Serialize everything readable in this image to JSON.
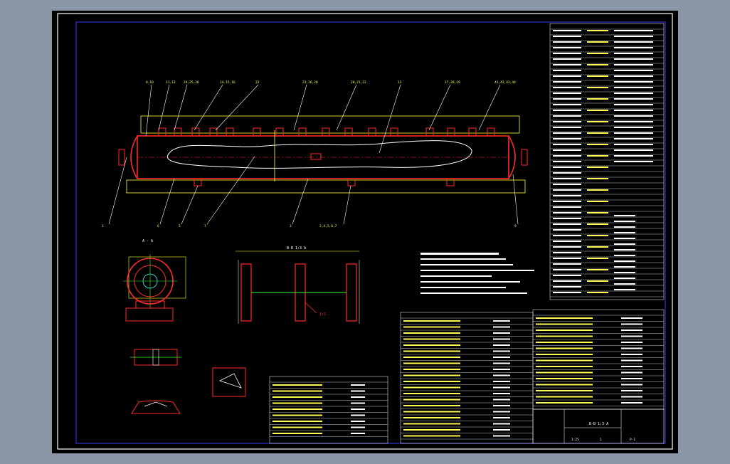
{
  "colors": {
    "frame": "#3a3aff",
    "vessel": "#ff2a2a",
    "construction": "#ffff33",
    "leader": "#ffffff",
    "dim": "#ffff33",
    "text_white": "#ffffff",
    "text_yellow": "#ffff55",
    "cyan": "#33ffff",
    "green": "#33ff33",
    "magenta": "#ff33ff"
  },
  "title_block": {
    "sheet_no": "1",
    "scale": "1:25",
    "sheet_code": "P-1",
    "drawing_label": "B-B 1:3 A"
  }
}
